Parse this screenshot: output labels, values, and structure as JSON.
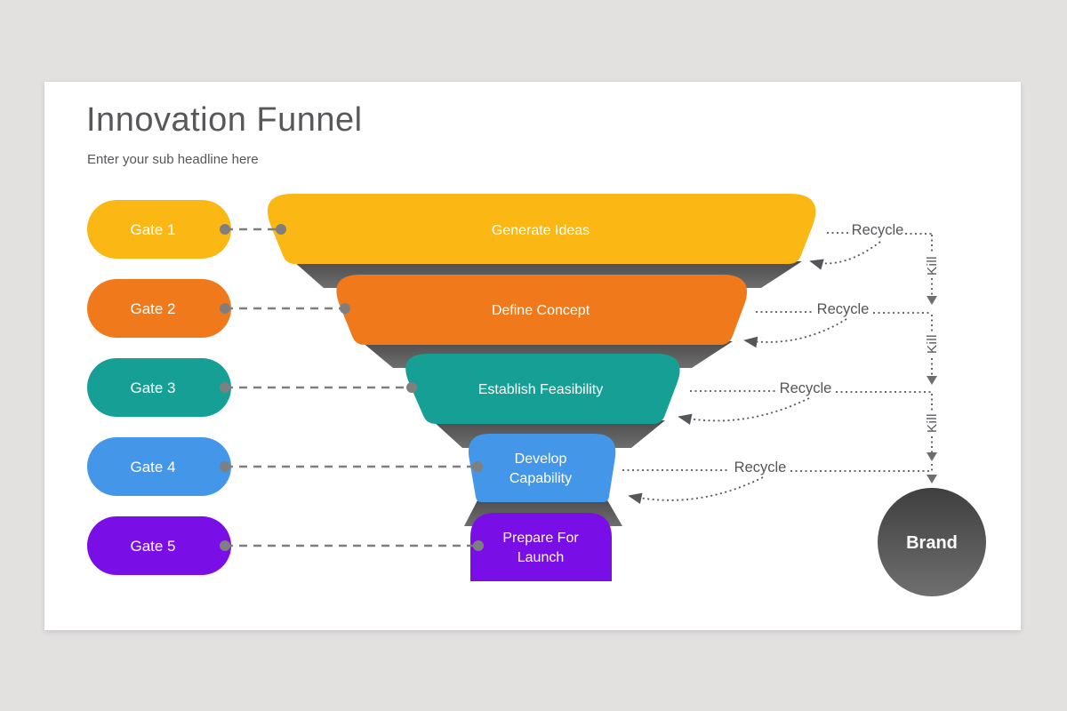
{
  "page": {
    "background_color": "#e3e1e0",
    "card_background": "#ffffff"
  },
  "header": {
    "title": "Innovation Funnel",
    "subtitle": "Enter your sub headline here"
  },
  "gates": [
    {
      "label": "Gate 1",
      "color": "#FBB713"
    },
    {
      "label": "Gate 2",
      "color": "#F0791C"
    },
    {
      "label": "Gate 3",
      "color": "#16A095"
    },
    {
      "label": "Gate 4",
      "color": "#4497E8"
    },
    {
      "label": "Gate 5",
      "color": "#7A0EE7"
    }
  ],
  "funnel_stages": [
    {
      "lines": [
        "Generate Ideas"
      ],
      "color": "#FBB713"
    },
    {
      "lines": [
        "Define Concept"
      ],
      "color": "#F0791C"
    },
    {
      "lines": [
        "Establish Feasibility"
      ],
      "color": "#16A095"
    },
    {
      "lines": [
        "Develop",
        "Capability"
      ],
      "color": "#4497E8"
    },
    {
      "lines": [
        "Prepare For",
        "Launch"
      ],
      "color": "#7A0EE7"
    }
  ],
  "flow": {
    "recycle_labels": [
      "Recycle",
      "Recycle",
      "Recycle",
      "Recycle"
    ],
    "kill_labels": [
      "Kill",
      "Kill",
      "Kill"
    ],
    "brand_label": "Brand"
  },
  "colors": {
    "shadow_dark": "#4c4c4c",
    "shadow_light": "#6e6e6e",
    "connector_gray": "#7f7f7f",
    "dotted_dark": "#55565a",
    "title_text": "#58585b",
    "brand_circle_top": "#3f3f3f",
    "brand_circle_bottom": "#6f6f6f"
  }
}
